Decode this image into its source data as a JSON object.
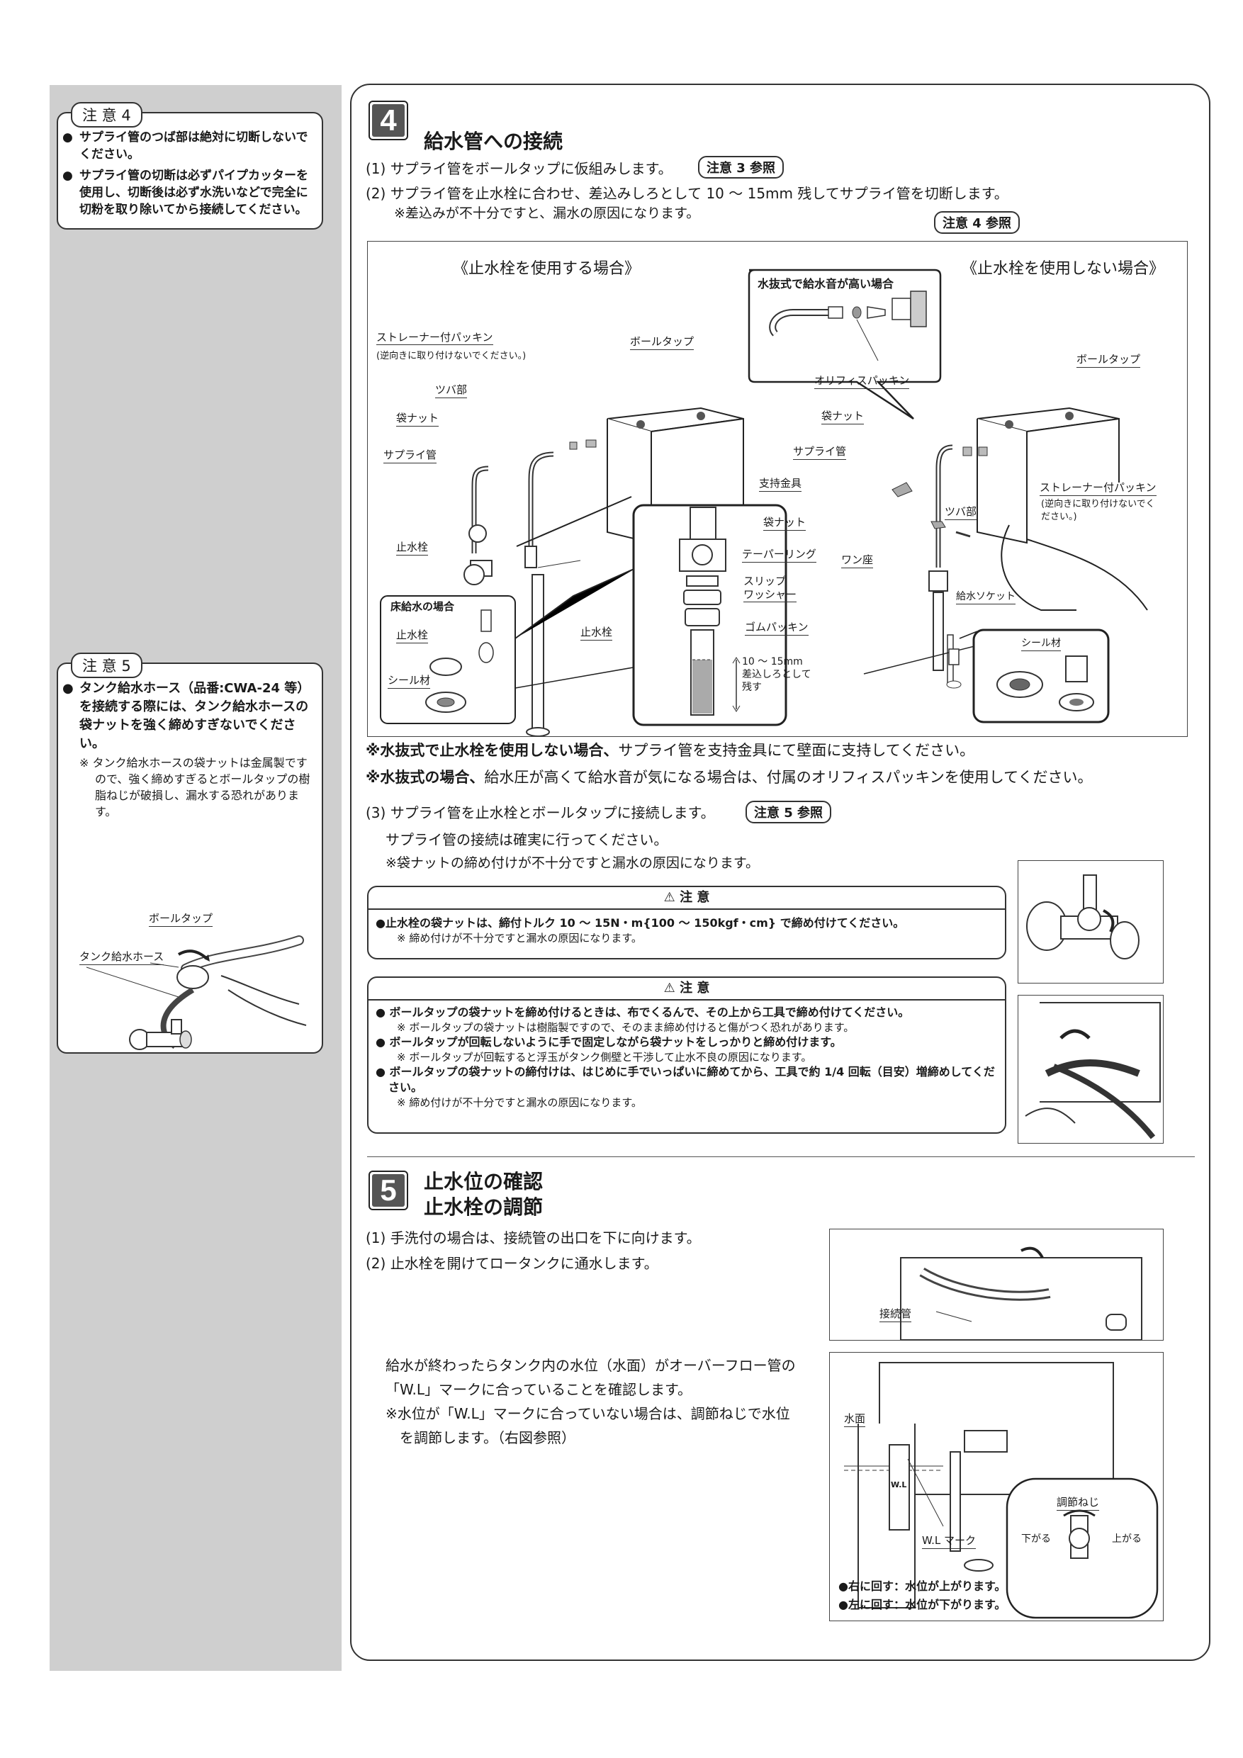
{
  "sidebar": {
    "note4": {
      "tag": "注 意 4",
      "items": [
        "サプライ管のつば部は絶対に切断しないでください。",
        "サプライ管の切断は必ずパイプカッターを使用し、切断後は必ず水洗いなどで完全に切粉を取り除いてから接続してください。"
      ]
    },
    "note5": {
      "tag": "注 意 5",
      "item": "タンク給水ホース（品番:CWA-24 等）を接続する際には、タンク給水ホースの袋ナットを強く締めすぎないでください。",
      "sub": "※ タンク給水ホースの袋ナットは金属製ですので、強く締めすぎるとボールタップの樹脂ねじが破損し、漏水する恐れがあります。",
      "label_balltap": "ボールタップ",
      "label_hose": "タンク給水ホース"
    }
  },
  "sec4": {
    "num": "4",
    "title": "給水管への接続",
    "step1": "(1) サプライ管をボールタップに仮組みします。",
    "ref3": "注意 3 参照",
    "step2": "(2) サプライ管を止水栓に合わせ、差込みしろとして 10 ～ 15mm 残してサプライ管を切断します。",
    "step2_note": "※差込みが不十分ですと、漏水の原因になります。",
    "ref4": "注意 4 参照",
    "figure": {
      "with_valve": "《止水栓を使用する場合》",
      "without_valve": "《止水栓を使用しない場合》",
      "inset_title": "水抜式で給水音が高い場合",
      "orifice": "オリフィスパッキン",
      "strainer": "ストレーナー付パッキン",
      "strainer_note": "(逆向きに取り付けないでください。)",
      "balltap": "ボールタップ",
      "tsuba": "ツバ部",
      "nut": "袋ナット",
      "supply": "サプライ管",
      "valve": "止水栓",
      "floor_title": "床給水の場合",
      "seal": "シール材",
      "d_nut": "袋ナット",
      "d_taper": "テーパーリング",
      "d_slip": "スリップ\nワッシャー",
      "d_rubber": "ゴムパッキン",
      "d_insert": "10 ～ 15mm\n差込しろとして\n残す",
      "r_nut": "袋ナット",
      "r_supply": "サプライ管",
      "r_support": "支持金具",
      "r_balltap": "ボールタップ",
      "r_strainer": "ストレーナー付パッキン",
      "r_strainer_note": "(逆向きに取り付けないでください。)",
      "r_tsuba": "ツバ部",
      "r_washer": "ワン座",
      "r_socket": "給水ソケット",
      "r_seal": "シール材"
    },
    "note_a_bold": "※水抜式で止水栓を使用しない場合、",
    "note_a": "サプライ管を支持金具にて壁面に支持してください。",
    "note_b_bold": "※水抜式の場合、",
    "note_b": "給水圧が高くて給水音が気になる場合は、付属のオリフィスパッキンを使用してください。",
    "step3": "(3) サプライ管を止水栓とボールタップに接続します。",
    "ref5": "注意 5 参照",
    "step3_l1": "サプライ管の接続は確実に行ってください。",
    "step3_l2": "※袋ナットの締め付けが不十分ですと漏水の原因になります。",
    "caution1": {
      "head": "注 意",
      "item": "●止水栓の袋ナットは、締付トルク 10 ～ 15N・m{100 ～ 150kgf・cm} で締め付けてください。",
      "sub": "※ 締め付けが不十分ですと漏水の原因になります。"
    },
    "caution2": {
      "head": "注 意",
      "i1": "● ボールタップの袋ナットを締め付けるときは、布でくるんで、その上から工具で締め付けてください。",
      "s1": "※ ボールタップの袋ナットは樹脂製ですので、そのまま締め付けると傷がつく恐れがあります。",
      "i2": "● ボールタップが回転しないように手で固定しながら袋ナットをしっかりと締め付けます。",
      "s2": "※ ボールタップが回転すると浮玉がタンク側壁と干渉して止水不良の原因になります。",
      "i3": "● ボールタップの袋ナットの締付けは、はじめに手でいっぱいに締めてから、工具で約 1/4 回転（目安）増締めしてください。",
      "s3": "※ 締め付けが不十分ですと漏水の原因になります。"
    }
  },
  "sec5": {
    "num": "5",
    "title1": "止水位の確認",
    "title2": "止水栓の調節",
    "step1": "(1) 手洗付の場合は、接続管の出口を下に向けます。",
    "step2": "(2) 止水栓を開けてロータンクに通水します。",
    "para1": "給水が終わったらタンク内の水位（水面）がオーバーフロー管の「W.L」マークに合っていることを確認します。",
    "para2": "※水位が「W.L」マークに合っていない場合は、調節ねじで水位を調節します。（右図参照）",
    "fig1_label": "接続管",
    "fig2": {
      "surface": "水面",
      "wl": "W.L マーク",
      "wl_small": "W.L",
      "screw": "調節ねじ",
      "down": "下がる",
      "up": "上がる",
      "r1": "●右に回す：水位が上がります。",
      "r2": "●左に回す：水位が下がります。"
    }
  }
}
